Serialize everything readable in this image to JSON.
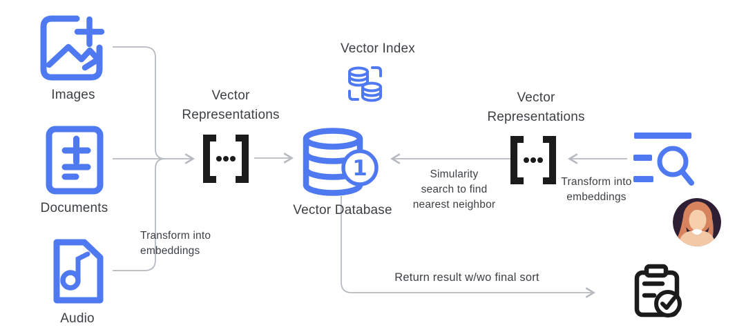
{
  "diagram": {
    "sources": [
      {
        "label": "Images"
      },
      {
        "label": "Documents"
      },
      {
        "label": "Audio"
      }
    ],
    "left_representations_label": "Vector\nRepresentations",
    "right_representations_label": "Vector\nRepresentations",
    "vector_index_label": "Vector Index",
    "vector_database_label": "Vector Database",
    "database_badge": "1",
    "annotations": {
      "transform_left": "Transform into\nembeddings",
      "transform_right": "Transform into\nembeddings",
      "similarity": "Simularity\nsearch to find\nnearest neighbor",
      "return_result": "Return result w/wo final sort"
    },
    "icons": [
      "images-icon",
      "documents-icon",
      "audio-icon",
      "vector-brackets-icon",
      "vector-index-icon",
      "vector-database-icon",
      "search-query-icon",
      "user-avatar",
      "result-clipboard-icon"
    ],
    "colors": {
      "icon_blue": "#4e79f0",
      "icon_black": "#1b1b1b",
      "arrow_gray": "#b5bac1",
      "text_dark": "#3c4045",
      "avatar_bg": "#2f1f35",
      "avatar_hair": "#d6835e",
      "avatar_skin": "#f6cfad",
      "avatar_shirt": "#f2c8a6",
      "avatar_collar": "#ffffff"
    }
  }
}
